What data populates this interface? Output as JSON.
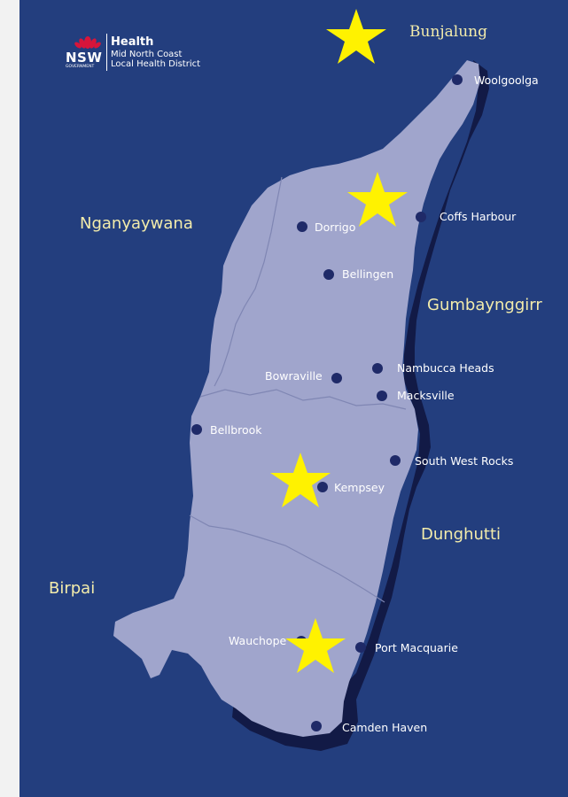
{
  "logo": {
    "brand": "NSW",
    "government": "GOVERNMENT",
    "health": "Health",
    "district_line1": "Mid North Coast",
    "district_line2": "Local Health District"
  },
  "nations": {
    "bunjalung": "Bunjalung",
    "nganyaywana": "Nganyaywana",
    "gumbaynggirr": "Gumbaynggirr",
    "dunghutti": "Dunghutti",
    "birpai": "Birpai"
  },
  "towns": {
    "woolgoolga": "Woolgoolga",
    "coffs_harbour": "Coffs Harbour",
    "dorrigo": "Dorrigo",
    "bellingen": "Bellingen",
    "nambucca_heads": "Nambucca Heads",
    "bowraville": "Bowraville",
    "macksville": "Macksville",
    "bellbrook": "Bellbrook",
    "south_west_rocks": "South West Rocks",
    "kempsey": "Kempsey",
    "wauchope": "Wauchope",
    "port_macquarie": "Port Macquarie",
    "camden_haven": "Camden Haven"
  },
  "colors": {
    "background": "#233e7e",
    "land": "#a0a5cc",
    "shadow": "#121a46",
    "town_marker": "#1f2a68",
    "star": "#fff200",
    "nation_label": "#f3ecab",
    "boundary": "#7f86b3"
  }
}
